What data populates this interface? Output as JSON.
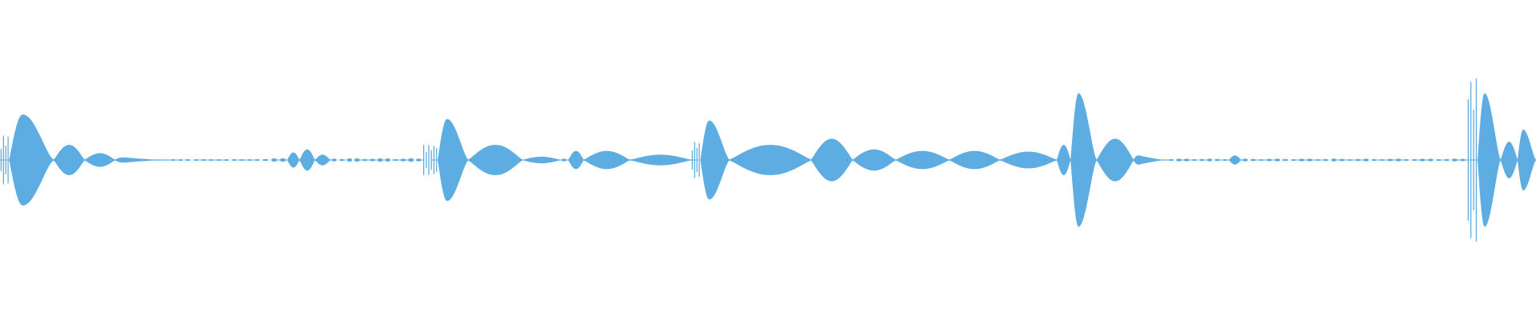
{
  "waveform": {
    "color": "#5DADE2",
    "background": "#FFFFFF",
    "axis": "time",
    "events": [
      {
        "start": 0.0,
        "end": 0.006,
        "peak": 0.16,
        "kind": "spike"
      },
      {
        "start": 0.006,
        "end": 0.035,
        "peak": 0.3,
        "kind": "burst"
      },
      {
        "start": 0.035,
        "end": 0.055,
        "peak": 0.1,
        "kind": "lobe"
      },
      {
        "start": 0.055,
        "end": 0.075,
        "peak": 0.045,
        "kind": "lobe"
      },
      {
        "start": 0.075,
        "end": 0.11,
        "peak": 0.02,
        "kind": "tail"
      },
      {
        "start": 0.11,
        "end": 0.17,
        "peak": 0.006,
        "kind": "noise"
      },
      {
        "start": 0.17,
        "end": 0.187,
        "peak": 0.012,
        "kind": "noise"
      },
      {
        "start": 0.187,
        "end": 0.195,
        "peak": 0.05,
        "kind": "lobe"
      },
      {
        "start": 0.195,
        "end": 0.205,
        "peak": 0.07,
        "kind": "lobe"
      },
      {
        "start": 0.205,
        "end": 0.215,
        "peak": 0.035,
        "kind": "lobe"
      },
      {
        "start": 0.215,
        "end": 0.275,
        "peak": 0.012,
        "kind": "noise"
      },
      {
        "start": 0.275,
        "end": 0.285,
        "peak": 0.1,
        "kind": "spike"
      },
      {
        "start": 0.285,
        "end": 0.305,
        "peak": 0.27,
        "kind": "burst"
      },
      {
        "start": 0.305,
        "end": 0.34,
        "peak": 0.1,
        "kind": "lobe"
      },
      {
        "start": 0.34,
        "end": 0.365,
        "peak": 0.022,
        "kind": "lobe"
      },
      {
        "start": 0.365,
        "end": 0.378,
        "peak": 0.012,
        "kind": "noise"
      },
      {
        "start": 0.37,
        "end": 0.38,
        "peak": 0.06,
        "kind": "lobe"
      },
      {
        "start": 0.38,
        "end": 0.41,
        "peak": 0.06,
        "kind": "lobe"
      },
      {
        "start": 0.41,
        "end": 0.45,
        "peak": 0.035,
        "kind": "lobe"
      },
      {
        "start": 0.45,
        "end": 0.456,
        "peak": 0.12,
        "kind": "spike"
      },
      {
        "start": 0.456,
        "end": 0.475,
        "peak": 0.26,
        "kind": "burst"
      },
      {
        "start": 0.475,
        "end": 0.528,
        "peak": 0.1,
        "kind": "lobe"
      },
      {
        "start": 0.528,
        "end": 0.555,
        "peak": 0.14,
        "kind": "lobe"
      },
      {
        "start": 0.555,
        "end": 0.583,
        "peak": 0.07,
        "kind": "lobe"
      },
      {
        "start": 0.583,
        "end": 0.618,
        "peak": 0.06,
        "kind": "lobe"
      },
      {
        "start": 0.618,
        "end": 0.651,
        "peak": 0.06,
        "kind": "lobe"
      },
      {
        "start": 0.651,
        "end": 0.688,
        "peak": 0.055,
        "kind": "lobe"
      },
      {
        "start": 0.688,
        "end": 0.697,
        "peak": 0.1,
        "kind": "lobe"
      },
      {
        "start": 0.697,
        "end": 0.714,
        "peak": 0.44,
        "kind": "burst"
      },
      {
        "start": 0.714,
        "end": 0.738,
        "peak": 0.14,
        "kind": "lobe"
      },
      {
        "start": 0.738,
        "end": 0.76,
        "peak": 0.035,
        "kind": "tail"
      },
      {
        "start": 0.76,
        "end": 0.8,
        "peak": 0.009,
        "kind": "noise"
      },
      {
        "start": 0.8,
        "end": 0.808,
        "peak": 0.03,
        "kind": "lobe"
      },
      {
        "start": 0.808,
        "end": 0.955,
        "peak": 0.009,
        "kind": "noise"
      },
      {
        "start": 0.955,
        "end": 0.962,
        "peak": 0.54,
        "kind": "spike"
      },
      {
        "start": 0.962,
        "end": 0.977,
        "peak": 0.44,
        "kind": "burst"
      },
      {
        "start": 0.977,
        "end": 0.988,
        "peak": 0.12,
        "kind": "lobe"
      },
      {
        "start": 0.988,
        "end": 1.0,
        "peak": 0.2,
        "kind": "burst"
      }
    ]
  }
}
